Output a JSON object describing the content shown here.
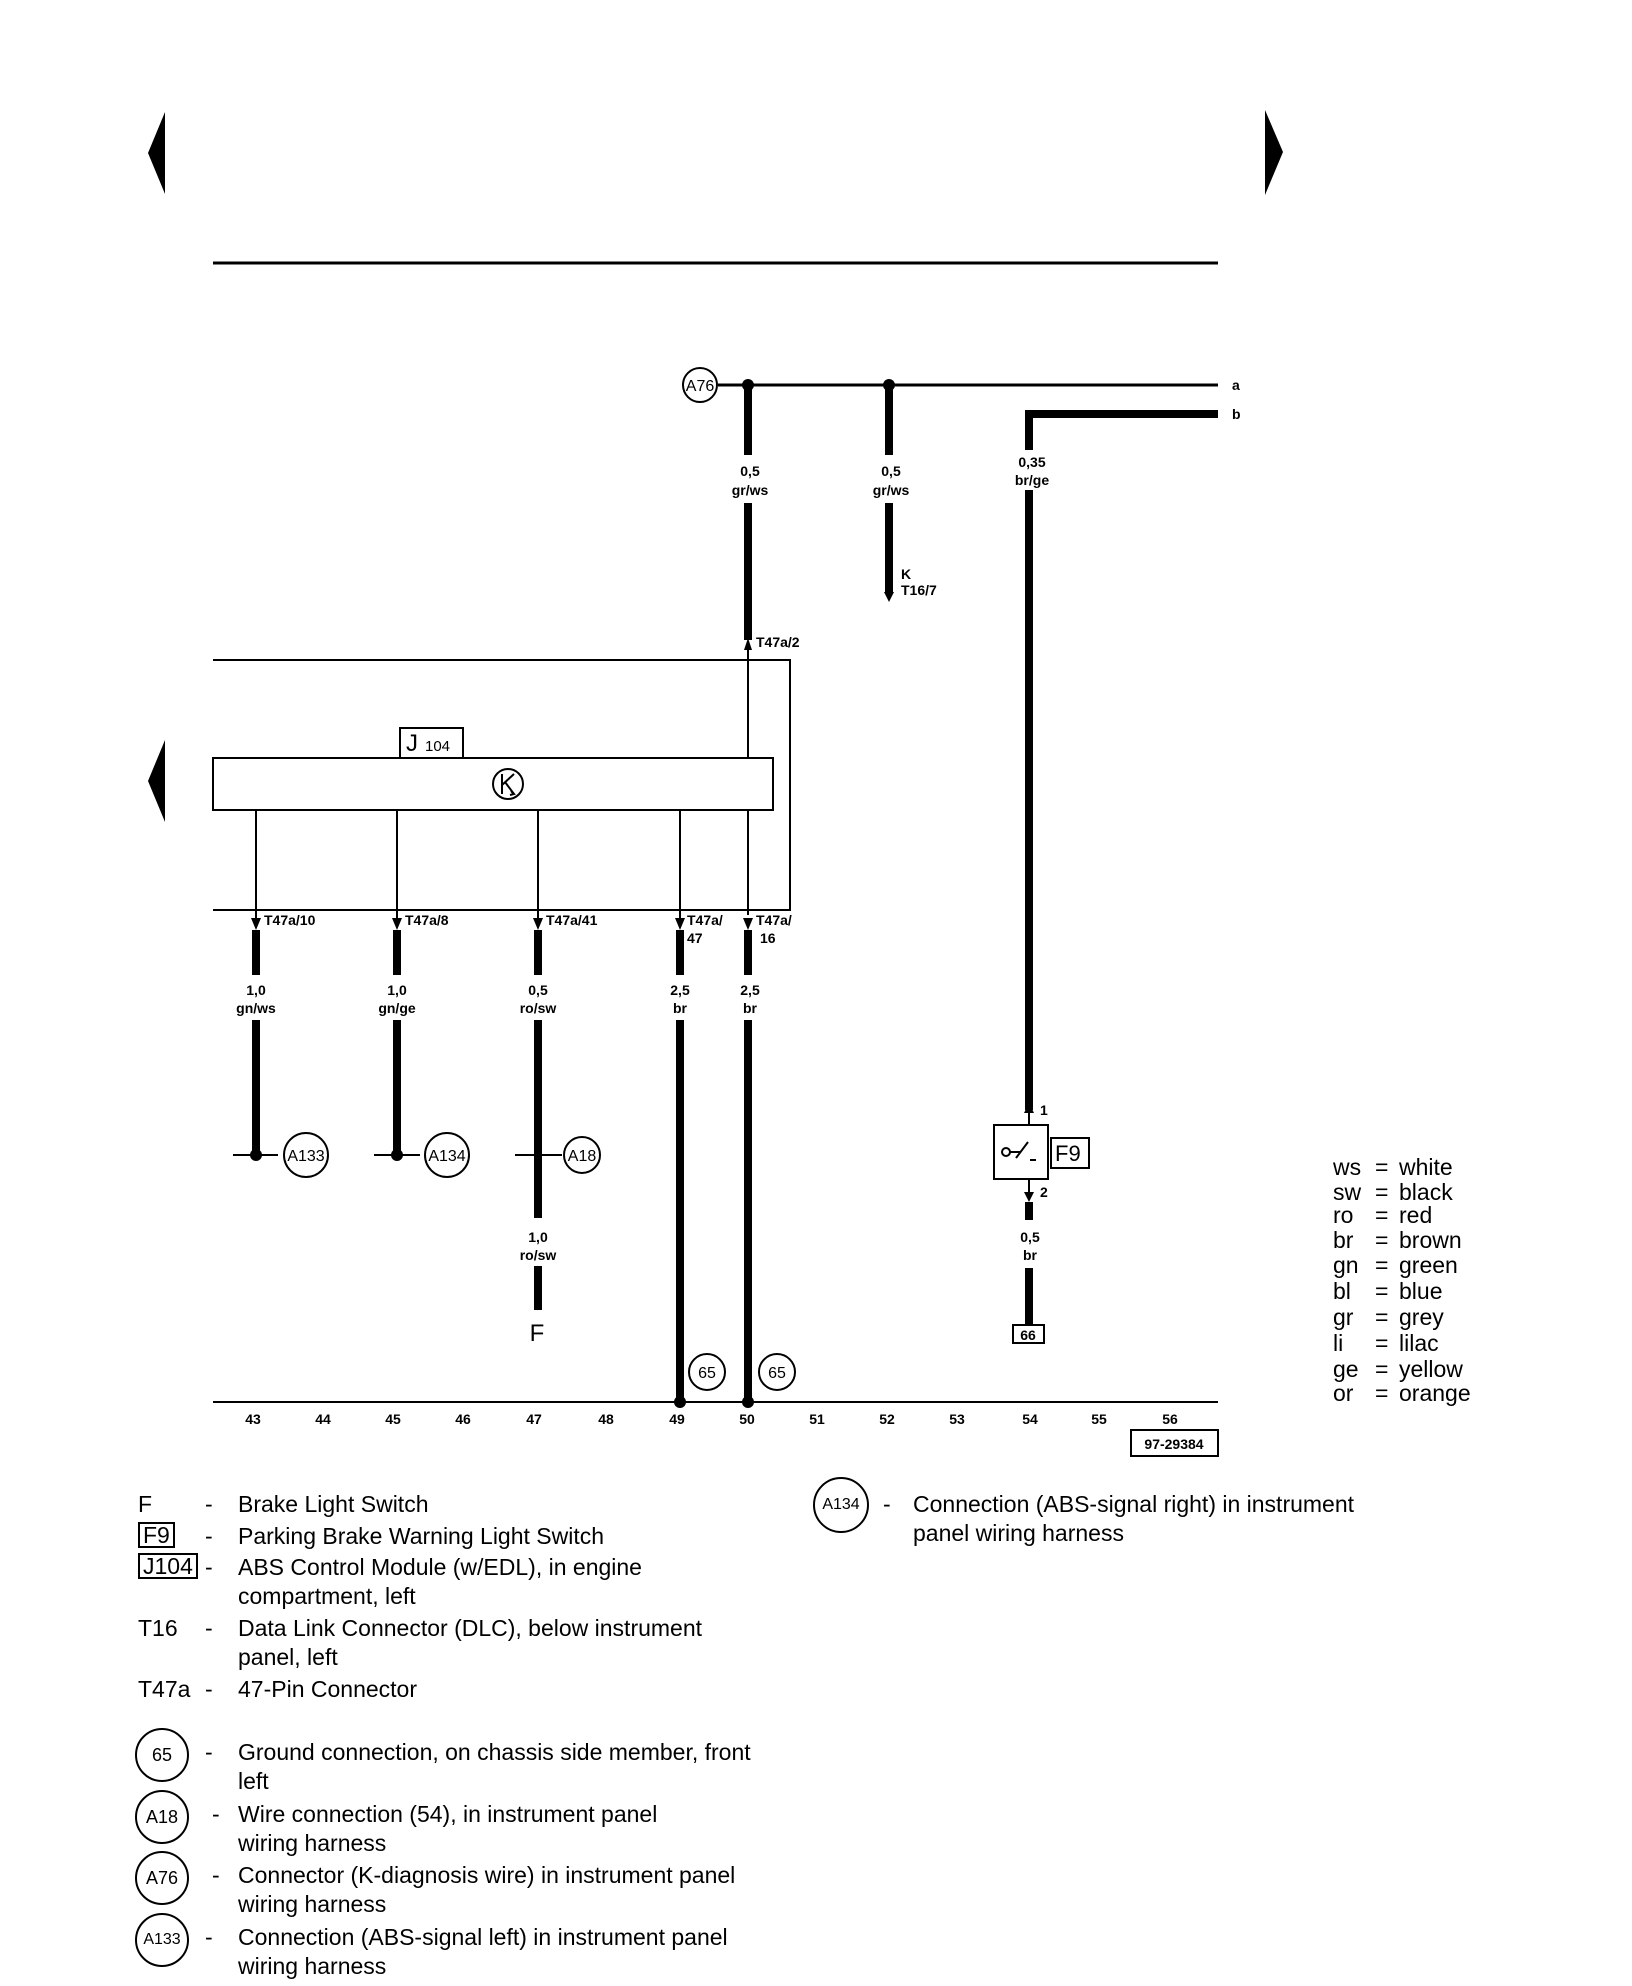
{
  "components": {
    "j104": {
      "letter": "J",
      "sub": "104"
    },
    "f9": "F9",
    "f_terminal": "F",
    "k_label": "K",
    "t16_label": "T16/7",
    "bus_a": "a",
    "bus_b": "b",
    "ground_66": "66"
  },
  "connectors": {
    "a76": "A76",
    "a133": "A133",
    "a134": "A134",
    "a18": "A18",
    "g65_1": "65",
    "g65_2": "65"
  },
  "wires": {
    "w1": {
      "size": "0,5",
      "color": "gr/ws"
    },
    "w2": {
      "size": "0,5",
      "color": "gr/ws"
    },
    "w3": {
      "size": "0,35",
      "color": "br/ge"
    },
    "w4": {
      "size": "1,0",
      "color": "gn/ws"
    },
    "w5": {
      "size": "1,0",
      "color": "gn/ge"
    },
    "w6": {
      "size": "0,5",
      "color": "ro/sw"
    },
    "w7": {
      "size": "2,5",
      "color": "br"
    },
    "w8": {
      "size": "2,5",
      "color": "br"
    },
    "w9": {
      "size": "1,0",
      "color": "ro/sw"
    },
    "w10": {
      "size": "0,5",
      "color": "br"
    }
  },
  "pins": {
    "p_t47a2": "T47a/2",
    "p_t47a10": "T47a/10",
    "p_t47a8": "T47a/8",
    "p_t47a41": "T47a/41",
    "p_t47a47_a": "T47a/",
    "p_t47a47_b": "47",
    "p_t47a16_a": "T47a/",
    "p_t47a16_b": "16",
    "f9_pin1": "1",
    "f9_pin2": "2"
  },
  "track_numbers": [
    "43",
    "44",
    "45",
    "46",
    "47",
    "48",
    "49",
    "50",
    "51",
    "52",
    "53",
    "54",
    "55",
    "56"
  ],
  "figure_id": "97-29384",
  "color_codes": [
    {
      "code": "ws",
      "name": "white"
    },
    {
      "code": "sw",
      "name": "black"
    },
    {
      "code": "ro",
      "name": "red"
    },
    {
      "code": "br",
      "name": "brown"
    },
    {
      "code": "gn",
      "name": "green"
    },
    {
      "code": "bl",
      "name": "blue"
    },
    {
      "code": "gr",
      "name": "grey"
    },
    {
      "code": "li",
      "name": "lilac"
    },
    {
      "code": "ge",
      "name": "yellow"
    },
    {
      "code": "or",
      "name": "orange"
    }
  ],
  "legend": {
    "F": {
      "key": "F",
      "desc": "Brake Light Switch"
    },
    "F9": {
      "key": "F9",
      "desc": "Parking Brake Warning Light Switch"
    },
    "J104": {
      "key": "J104",
      "desc": "ABS Control Module (w/EDL), in engine compartment, left"
    },
    "T16": {
      "key": "T16",
      "desc": "Data Link Connector (DLC), below instrument panel, left"
    },
    "T47a": {
      "key": "T47a",
      "desc": "47-Pin Connector"
    },
    "c65": {
      "key": "65",
      "desc": "Ground connection, on chassis side member, front left"
    },
    "cA18": {
      "key": "A18",
      "desc": "Wire connection (54), in instrument panel wiring harness"
    },
    "cA76": {
      "key": "A76",
      "desc": "Connector (K-diagnosis wire) in instrument panel wiring harness"
    },
    "cA133": {
      "key": "A133",
      "desc": "Connection (ABS-signal left) in instrument panel wiring harness"
    },
    "cA134": {
      "key": "A134",
      "desc": "Connection (ABS-signal right) in instrument panel wiring harness"
    },
    "dash": "-"
  }
}
